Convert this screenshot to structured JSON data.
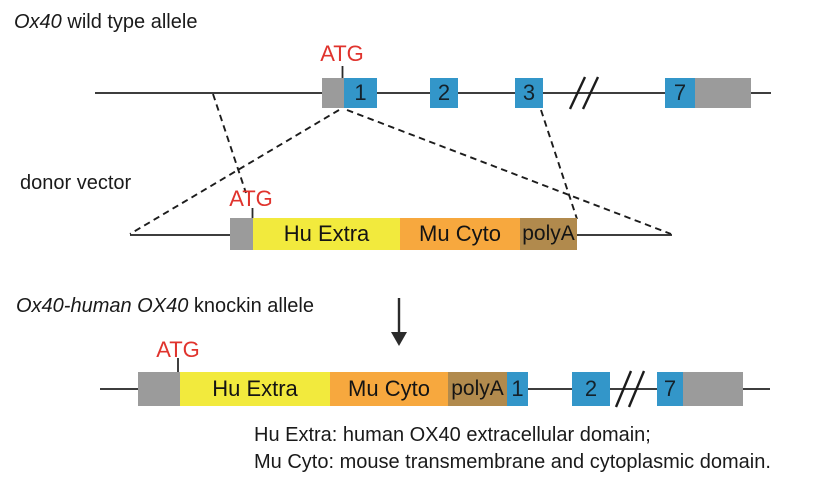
{
  "figure": {
    "wildtype": {
      "title_italic": "Ox40",
      "title_rest": " wild type allele",
      "atg_label": "ATG",
      "exons": [
        "1",
        "2",
        "3",
        "7"
      ]
    },
    "donor": {
      "label": "donor vector",
      "atg_label": "ATG",
      "hu_extra_label": "Hu Extra",
      "mu_cyto_label": "Mu Cyto",
      "polya_label": "polyA"
    },
    "knockin": {
      "title_italic": "Ox40-human OX40",
      "title_rest": " knockin allele",
      "atg_label": "ATG",
      "hu_extra_label": "Hu Extra",
      "mu_cyto_label": "Mu Cyto",
      "polya_label": "polyA",
      "exons": [
        "1",
        "2",
        "7"
      ]
    },
    "caption": {
      "line1": "Hu Extra: human OX40 extracellular domain;",
      "line2": "Mu Cyto: mouse transmembrane and cytoplasmic domain."
    },
    "colors": {
      "exon_blue": "#3396c9",
      "utr_gray": "#9b9b9b",
      "hu_extra_yellow": "#f2ea3d",
      "mu_cyto_orange": "#f7a83e",
      "polya_tan": "#b18a4d",
      "atg_red": "#e0332d",
      "line_dark": "#3d3d3d"
    }
  }
}
